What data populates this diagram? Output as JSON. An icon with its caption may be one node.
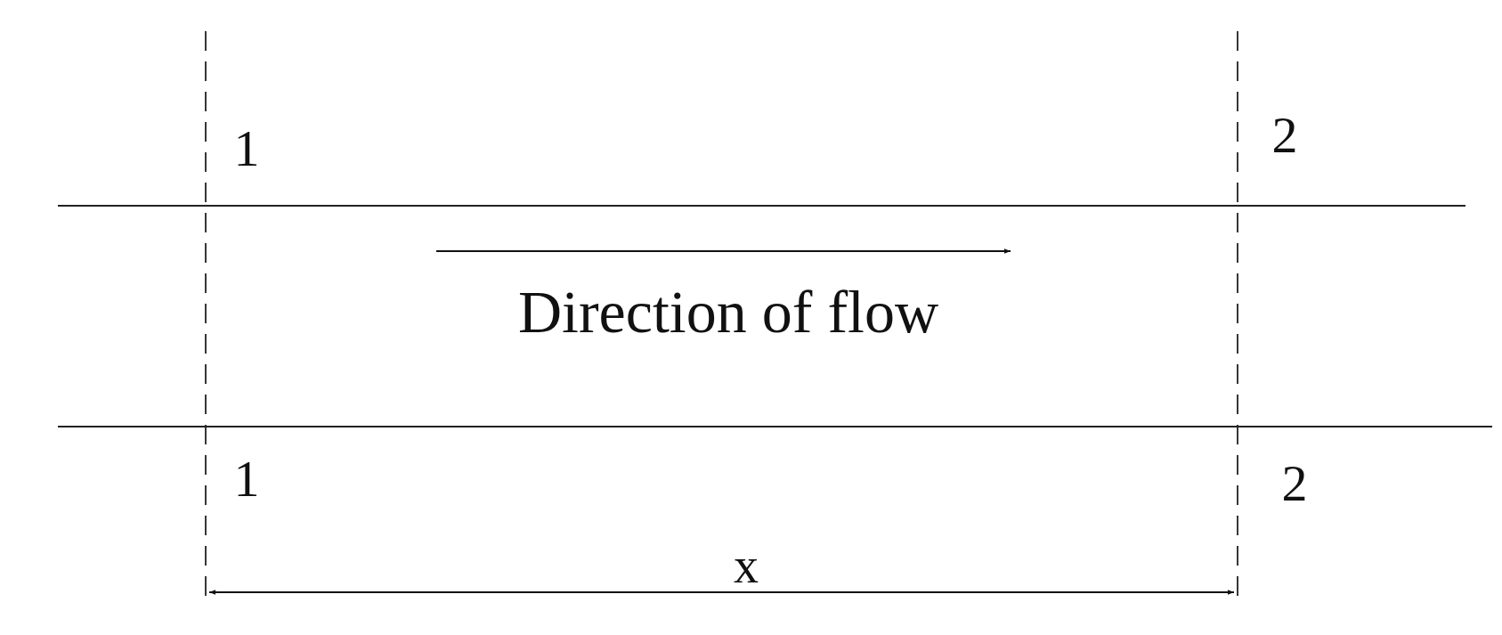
{
  "diagram": {
    "labels": [
      "1",
      "2",
      "Direction of flow",
      "1",
      "2",
      "x"
    ]
  }
}
